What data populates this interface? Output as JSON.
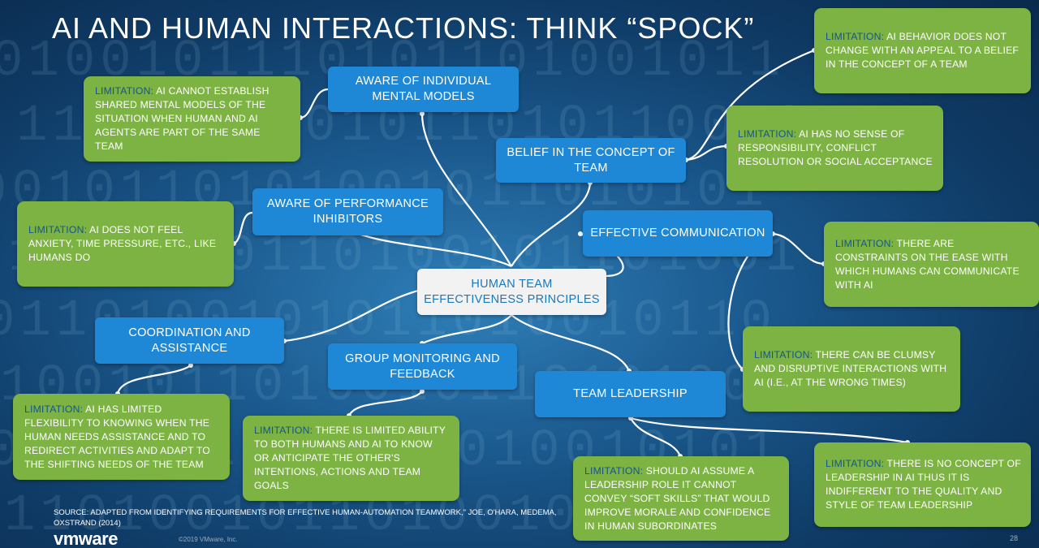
{
  "title": "AI AND HUMAN INTERACTIONS: THINK “SPOCK”",
  "center": "HUMAN TEAM EFFECTIVENESS PRINCIPLES",
  "nodes": {
    "mental_models": "AWARE OF INDIVIDUAL MENTAL MODELS",
    "belief_team": "BELIEF IN THE CONCEPT OF TEAM",
    "performance": "AWARE OF PERFORMANCE INHIBITORS",
    "communication": "EFFECTIVE COMMUNICATION",
    "coordination": "COORDINATION AND ASSISTANCE",
    "monitoring": "GROUP MONITORING AND FEEDBACK",
    "leadership": "TEAM LEADERSHIP"
  },
  "limitation_label": "LIMITATION:",
  "limitations": {
    "mental_models": "AI CANNOT ESTABLISH SHARED MENTAL MODELS OF THE SITUATION WHEN HUMAN AND AI AGENTS ARE PART OF THE SAME TEAM",
    "behavior": "AI BEHAVIOR DOES NOT CHANGE WITH AN APPEAL TO A BELIEF IN THE CONCEPT OF A TEAM",
    "responsibility": "AI HAS NO  SENSE OF RESPONSIBILITY, CONFLICT RESOLUTION OR SOCIAL ACCEPTANCE",
    "anxiety": "AI DOES NOT FEEL ANXIETY, TIME PRESSURE, ETC., LIKE HUMANS DO",
    "constraints": "THERE ARE CONSTRAINTS ON THE EASE WITH WHICH HUMANS CAN COMMUNICATE WITH AI",
    "clumsy": "THERE CAN BE CLUMSY AND DISRUPTIVE INTERACTIONS WITH AI (I.E., AT THE WRONG TIMES)",
    "flexibility": "AI HAS LIMITED FLEXIBILITY TO KNOWING WHEN THE HUMAN NEEDS ASSISTANCE AND TO REDIRECT ACTIVITIES AND ADAPT TO THE SHIFTING NEEDS OF THE TEAM",
    "ability": "THERE IS LIMITED ABILITY TO BOTH HUMANS AND AI TO KNOW OR ANTICIPATE THE OTHER'S INTENTIONS, ACTIONS AND TEAM GOALS",
    "soft_skills": "SHOULD AI ASSUME A LEADERSHIP ROLE IT CANNOT CONVEY “SOFT SKILLS” THAT WOULD IMPROVE MORALE AND CONFIDENCE IN HUMAN SUBORDINATES",
    "no_concept": "THERE IS NO CONCEPT OF LEADERSHIP IN AI THUS IT IS INDIFFERENT TO THE QUALITY AND STYLE OF TEAM LEADERSHIP"
  },
  "source": "SOURCE: ADAPTED FROM IDENTIFYING REQUIREMENTS FOR EFFECTIVE HUMAN-AUTOMATION TEAMWORK,\" JOE, O'HARA, MEDEMA, OXSTRAND (2014)",
  "logo": "vmware",
  "copyright": "©2019 VMware, Inc.",
  "page_number": "28",
  "colors": {
    "node_blue": "#1e88d6",
    "limitation_green": "#7cb342",
    "keyword_blue": "#16548f",
    "center_fill": "#f2f2f2",
    "background_dark": "#0f3b66"
  }
}
